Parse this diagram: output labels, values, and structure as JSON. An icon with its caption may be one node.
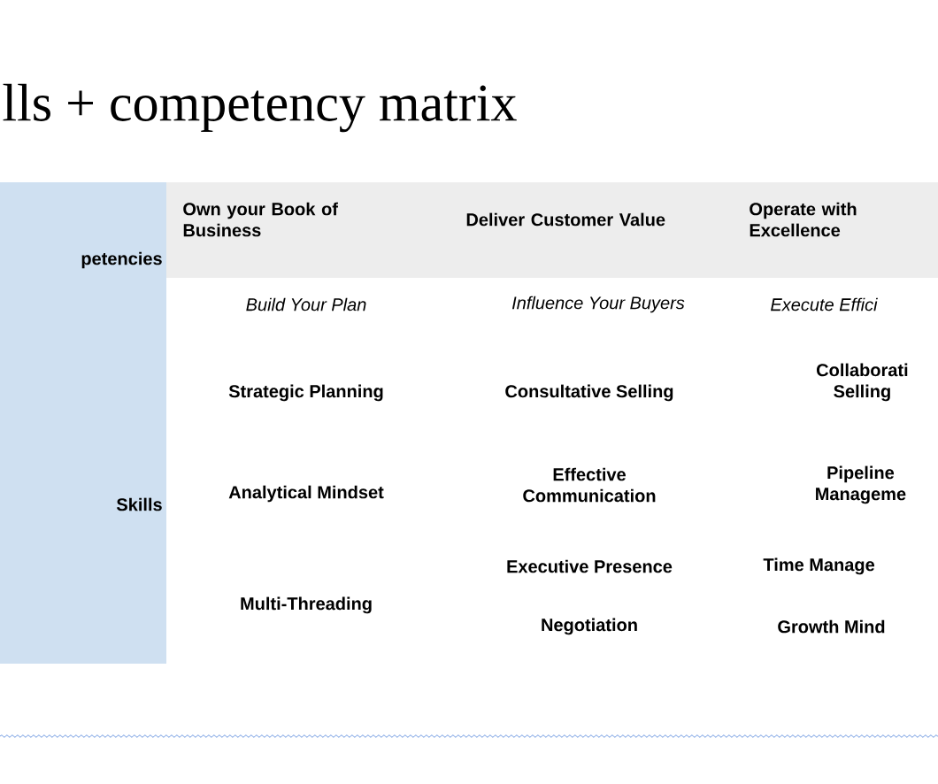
{
  "diagram": {
    "title": "lls + competency matrix",
    "labels": [
      "petencies",
      "Own your Book of Business",
      "Deliver Customer Value",
      "Operate with Excellence",
      "Build Your Plan",
      "Influence Your Buyers",
      "Execute Effici",
      "Skills",
      "Strategic Planning",
      "Consultative Selling",
      "Collaborati Selling",
      "Analytical Mindset",
      "Effective Communication",
      "Pipeline Manageme",
      "Multi-Threading",
      "Executive Presence",
      "Time Manage",
      "Negotiation",
      "Growth Mind"
    ]
  }
}
